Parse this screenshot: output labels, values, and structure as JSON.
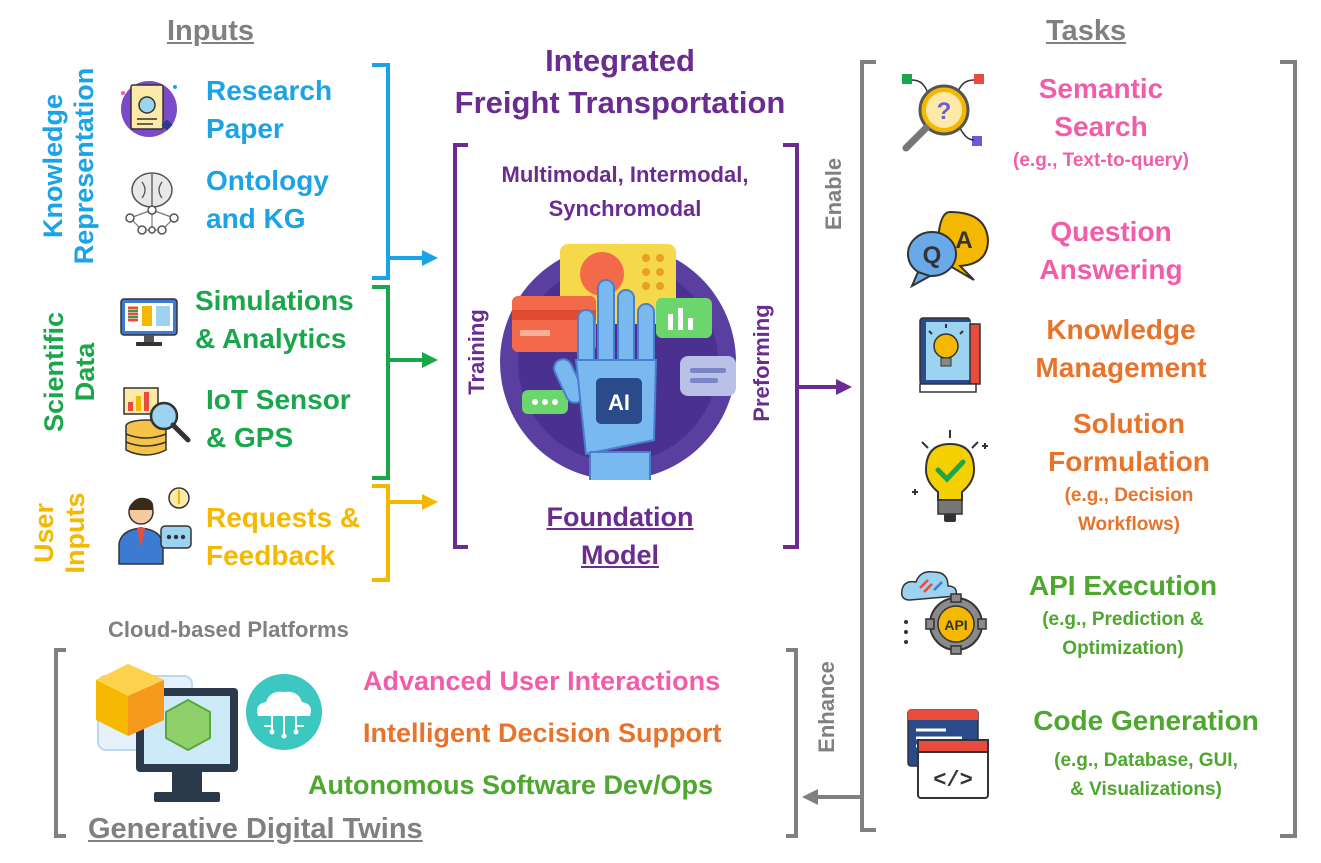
{
  "colors": {
    "blue": "#1aa3e6",
    "green": "#1aa64b",
    "yellow": "#f5b800",
    "purple": "#6b2c91",
    "gray": "#808080",
    "pink": "#f25ca8",
    "orange": "#e8732b",
    "lime": "#4ea72e"
  },
  "headers": {
    "inputs": "Inputs",
    "tasks": "Tasks"
  },
  "groups": {
    "knowledge": {
      "line1": "Knowledge",
      "line2": "Representation"
    },
    "scientific": {
      "line1": "Scientific",
      "line2": "Data"
    },
    "user": {
      "line1": "User",
      "line2": "Inputs"
    }
  },
  "inputs": [
    {
      "line1": "Research",
      "line2": "Paper",
      "icon": "research-paper-icon"
    },
    {
      "line1": "Ontology",
      "line2": "and KG",
      "icon": "brain-network-icon"
    },
    {
      "line1": "Simulations",
      "line2": "& Analytics",
      "icon": "dashboard-monitor-icon"
    },
    {
      "line1": "IoT Sensor",
      "line2": "& GPS",
      "icon": "database-search-icon"
    },
    {
      "line1": "Requests &",
      "line2": "Feedback",
      "icon": "user-idea-icon"
    }
  ],
  "center": {
    "title_line1": "Integrated",
    "title_line2": "Freight Transportation",
    "modes_line1": "Multimodal, Intermodal,",
    "modes_line2": "Synchromodal",
    "training": "Training",
    "preforming": "Preforming",
    "ai_label": "AI",
    "foundation_line1": "Foundation",
    "foundation_line2": "Model"
  },
  "enable": "Enable",
  "enhance": "Enhance",
  "tasks": [
    {
      "line1": "Semantic",
      "line2": "Search",
      "sub1": "(e.g., Text-to-query)",
      "sub2": "",
      "icon": "magnifier-question-icon"
    },
    {
      "line1": "Question",
      "line2": "Answering",
      "sub1": "",
      "sub2": "",
      "icon": "qa-bubbles-icon"
    },
    {
      "line1": "Knowledge",
      "line2": "Management",
      "sub1": "",
      "sub2": "",
      "icon": "book-bulb-icon"
    },
    {
      "line1": "Solution",
      "line2": "Formulation",
      "sub1": "(e.g., Decision",
      "sub2": "Workflows)",
      "icon": "lightbulb-check-icon"
    },
    {
      "line1": "API Execution",
      "line2": "",
      "sub1": "(e.g., Prediction &",
      "sub2": "Optimization)",
      "icon": "api-gear-icon"
    },
    {
      "line1": "Code Generation",
      "line2": "",
      "sub1": "(e.g., Database, GUI,",
      "sub2": "& Visualizations)",
      "icon": "code-window-icon"
    }
  ],
  "twins": {
    "cloud_label": "Cloud-based Platforms",
    "item1": "Advanced User Interactions",
    "item2": "Intelligent Decision Support",
    "item3": "Autonomous Software Dev/Ops",
    "title": "Generative Digital Twins"
  }
}
